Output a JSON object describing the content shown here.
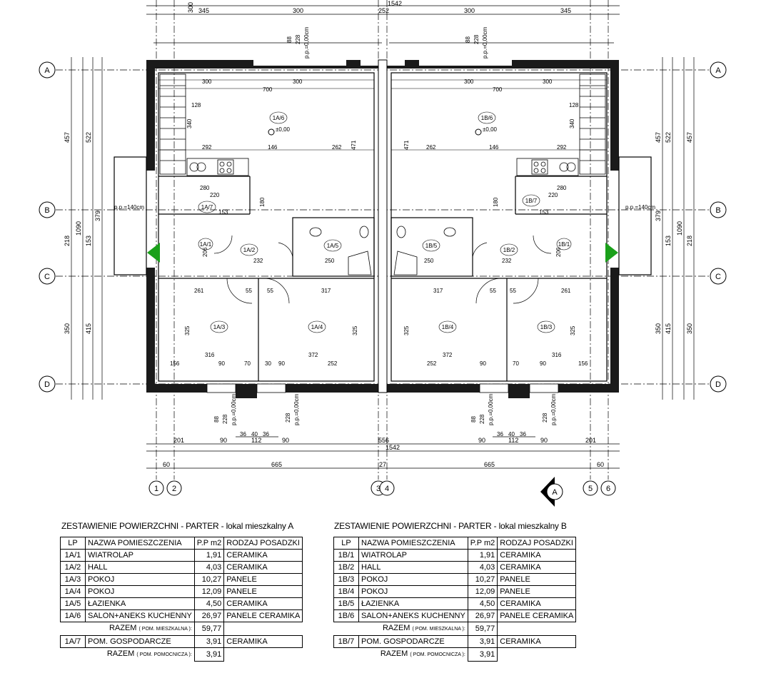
{
  "plan": {
    "axes_rows": [
      "A",
      "B",
      "C",
      "D"
    ],
    "axes_cols": [
      "1",
      "2",
      "3",
      "4",
      "5",
      "6"
    ],
    "section_marker": "A",
    "top_dims": [
      "300",
      "345",
      "300",
      "252",
      "300",
      "345",
      "300"
    ],
    "top_total": "1542",
    "bottom_total": "1542",
    "bottom_row1": [
      "201",
      "90",
      "112",
      "90",
      "556",
      "90",
      "112",
      "90",
      "201"
    ],
    "bottom_row2": [
      "60",
      "665",
      "27",
      "665",
      "60"
    ],
    "small_dims": [
      "36",
      "40",
      "36"
    ],
    "left_dims_outer": [
      "1090"
    ],
    "left_dims_mid": [
      "457",
      "379",
      "218",
      "350"
    ],
    "left_dims_inner": [
      "522",
      "153",
      "415"
    ],
    "right_dims_outer": [
      "1090"
    ],
    "right_dims_mid": [
      "457",
      "379",
      "218",
      "350"
    ],
    "right_dims_inner": [
      "522",
      "153",
      "415"
    ],
    "level_top": "p.p.=0,00cm",
    "level_side": "p.p.=140cm",
    "level_zero": "±0,00",
    "rooms": {
      "a6": "1A/6",
      "a7": "1A/7",
      "a1": "1A/1",
      "a2": "1A/2",
      "a5": "1A/5",
      "a3": "1A/3",
      "a4": "1A/4",
      "b6": "1B/6",
      "b7": "1B/7",
      "b1": "1B/1",
      "b2": "1B/2",
      "b5": "1B/5",
      "b3": "1B/3",
      "b4": "1B/4"
    },
    "inner_dims": {
      "d700": "700",
      "d292": "292",
      "d146": "146",
      "d262": "262",
      "d471": "471",
      "d280": "280",
      "d220": "220",
      "d153": "153",
      "d250": "250",
      "d232": "232",
      "d261": "261",
      "d317": "317",
      "d316": "316",
      "d372": "372",
      "d325": "325",
      "d156": "156",
      "d252": "252",
      "d90": "90",
      "d70": "70",
      "d30": "30",
      "d55": "55",
      "d88": "88",
      "d228": "228",
      "d206": "206",
      "d180": "180",
      "d340": "340",
      "d128": "128"
    },
    "colors": {
      "lines": "#000000",
      "hatch": "#111111",
      "door_marker": "#1aa01a"
    }
  },
  "table_a": {
    "title": "ZESTAWIENIE POWIERZCHNI - PARTER - lokal mieszkalny A",
    "headers": [
      "LP",
      "NAZWA POMIESZCZENIA",
      "P.P m2",
      "RODZAJ POSADZKI"
    ],
    "rows": [
      [
        "1A/1",
        "WIATROLAP",
        "1,91",
        "CERAMIKA"
      ],
      [
        "1A/2",
        "HALL",
        "4,03",
        "CERAMIKA"
      ],
      [
        "1A/3",
        "POKOJ",
        "10,27",
        "PANELE"
      ],
      [
        "1A/4",
        "POKOJ",
        "12,09",
        "PANELE"
      ],
      [
        "1A/5",
        "ŁAZIENKA",
        "4,50",
        "CERAMIKA"
      ],
      [
        "1A/6",
        "SALON+ANEKS KUCHENNY",
        "26,97",
        "PANELE CERAMIKA"
      ]
    ],
    "total_label": "RAZEM",
    "total_note": "( POM. MIESZKALNA ):",
    "total_value": "59,77",
    "extra_row": [
      "1A/7",
      "POM. GOSPODARCZE",
      "3,91",
      "CERAMIKA"
    ],
    "total2_label": "RAZEM",
    "total2_note": "( POM. POMOCNICZA ):",
    "total2_value": "3,91"
  },
  "table_b": {
    "title": "ZESTAWIENIE POWIERZCHNI - PARTER - lokal mieszkalny B",
    "headers": [
      "LP",
      "NAZWA POMIESZCZENIA",
      "P.P m2",
      "RODZAJ POSADZKI"
    ],
    "rows": [
      [
        "1B/1",
        "WIATROLAP",
        "1,91",
        "CERAMIKA"
      ],
      [
        "1B/2",
        "HALL",
        "4,03",
        "CERAMIKA"
      ],
      [
        "1B/3",
        "POKOJ",
        "10,27",
        "PANELE"
      ],
      [
        "1B/4",
        "POKOJ",
        "12,09",
        "PANELE"
      ],
      [
        "1B/5",
        "ŁAZIENKA",
        "4,50",
        "CERAMIKA"
      ],
      [
        "1B/6",
        "SALON+ANEKS KUCHENNY",
        "26,97",
        "PANELE CERAMIKA"
      ]
    ],
    "total_label": "RAZEM",
    "total_note": "( POM. MIESZKALNA ):",
    "total_value": "59,77",
    "extra_row": [
      "1B/7",
      "POM. GOSPODARCZE",
      "3,91",
      "CERAMIKA"
    ],
    "total2_label": "RAZEM",
    "total2_note": "( POM. POMOCNICZA ):",
    "total2_value": "3,91"
  }
}
